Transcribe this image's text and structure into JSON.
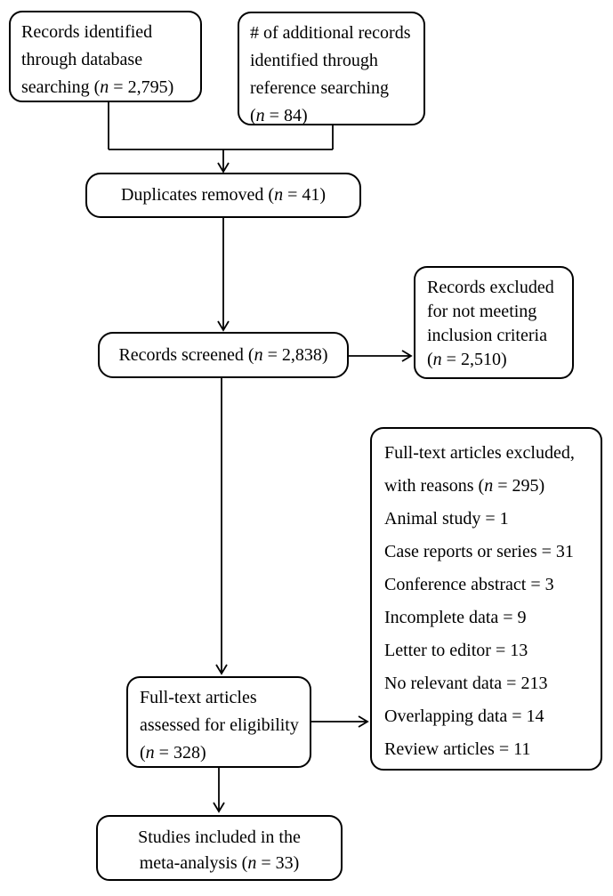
{
  "boxes": {
    "db_search": {
      "lines": [
        "Records identified",
        "through database",
        "searching (n = 2,795)"
      ]
    },
    "ref_search": {
      "lines": [
        "# of additional records",
        "identified through",
        "reference searching",
        "(n = 84)"
      ]
    },
    "duplicates": {
      "lines": [
        "Duplicates removed (n = 41)"
      ]
    },
    "screened": {
      "lines": [
        "Records screened (n = 2,838)"
      ]
    },
    "records_excluded": {
      "lines": [
        "Records excluded",
        "for not meeting",
        "inclusion criteria",
        "(n = 2,510)"
      ]
    },
    "fulltext_excluded": {
      "lines": [
        "Full-text articles excluded,",
        "with reasons (n = 295)",
        "Animal study = 1",
        "Case reports or series = 31",
        "Conference abstract = 3",
        "Incomplete data = 9",
        "Letter to editor = 13",
        "No relevant data = 213",
        "Overlapping data = 14",
        "Review articles = 11"
      ]
    },
    "fulltext_assessed": {
      "lines": [
        "Full-text articles",
        "assessed for eligibility",
        "(n = 328)"
      ]
    },
    "included": {
      "lines": [
        "Studies included in the",
        "meta-analysis (n = 33)"
      ]
    }
  },
  "colors": {
    "line": "#000000",
    "background": "#ffffff",
    "text": "#000000"
  }
}
